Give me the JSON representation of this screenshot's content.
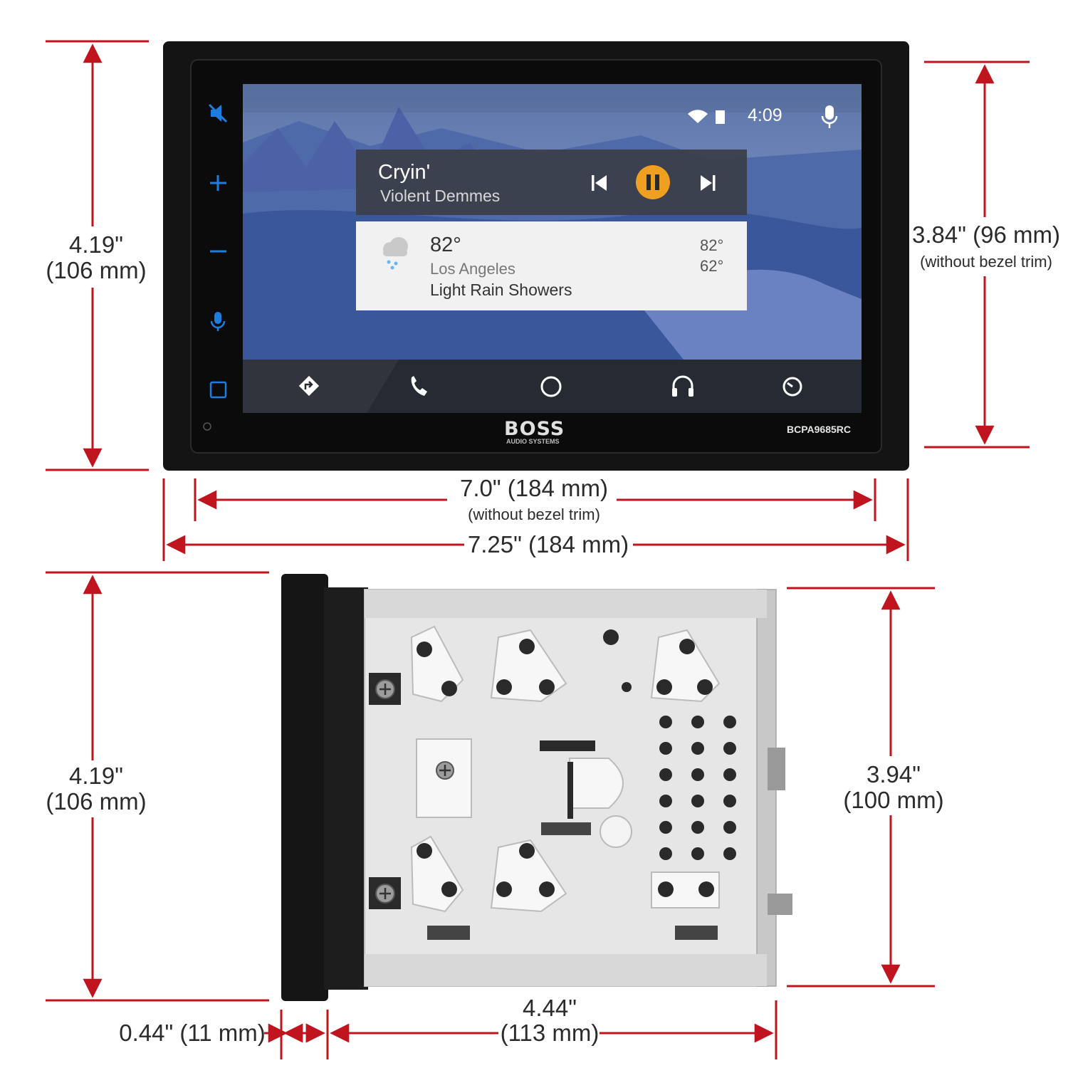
{
  "front_view": {
    "height_label": "4.19\"",
    "height_sub": "(106 mm)",
    "screen_height_label": "3.84\" (96 mm)",
    "screen_height_sub": "(without bezel trim)",
    "screen_width_label": "7.0\" (184 mm)",
    "screen_width_sub": "(without bezel trim)",
    "total_width_label": "7.25\" (184 mm)",
    "brand": "BOSS",
    "brand_sub": "AUDIO SYSTEMS",
    "model": "BCPA9685RC"
  },
  "screen": {
    "status_time": "4:09",
    "now_playing": {
      "title": "Cryin'",
      "artist": "Violent Demmes"
    },
    "weather": {
      "temp": "82°",
      "city": "Los Angeles",
      "condition": "Light Rain Showers",
      "high": "82°",
      "low": "62°"
    },
    "side_buttons": [
      "mute-icon",
      "volume-up-icon",
      "volume-down-icon",
      "voice-icon",
      "home-square-icon"
    ],
    "nav_icons": [
      "navigation-icon",
      "phone-icon",
      "home-circle-icon",
      "headphones-icon",
      "recents-icon"
    ],
    "accent": "#f0a020",
    "side_button_color": "#1e7de0"
  },
  "side_view": {
    "height_label": "4.19\"",
    "height_sub": "(106 mm)",
    "chassis_height_label": "3.94\"",
    "chassis_height_sub": "(100 mm)",
    "bezel_depth_label": "0.44\" (11 mm)",
    "chassis_depth_label": "4.44\"",
    "chassis_depth_sub": "(113 mm)"
  },
  "colors": {
    "dimension_line": "#c0141e",
    "bezel": "#111111",
    "chassis": "#e6e6e6"
  }
}
